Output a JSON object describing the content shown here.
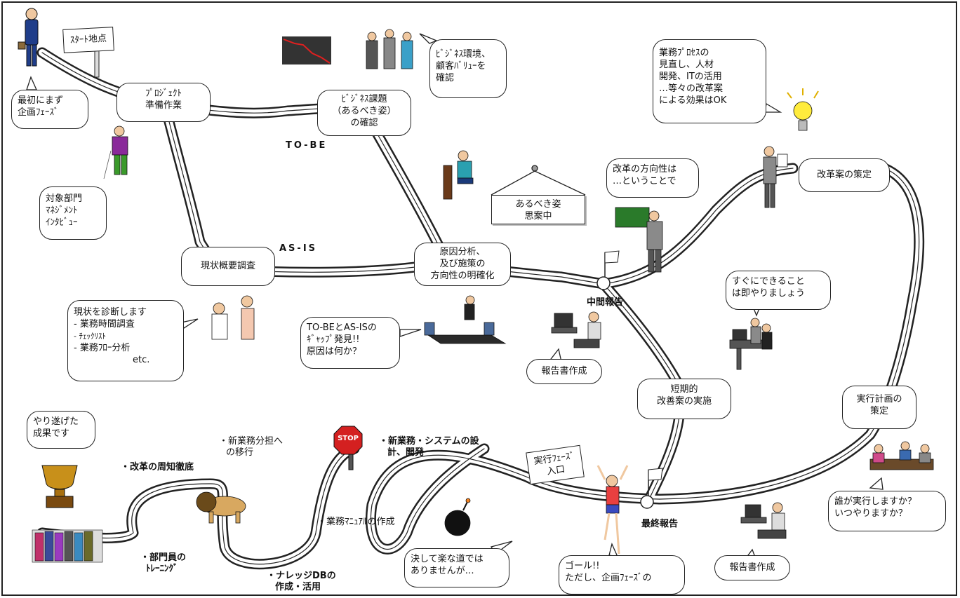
{
  "start_sign": "ｽﾀｰﾄ地点",
  "bubbles": {
    "first_phase": [
      "最初にまず",
      "企画ﾌｪｰｽﾞ"
    ],
    "project_prep": [
      "ﾌﾟﾛｼﾞｪｸﾄ",
      "準備作業"
    ],
    "business_issue": [
      "ﾋﾞｼﾞﾈｽ課題",
      "（あるべき姿）",
      "の確認"
    ],
    "business_env": [
      "ﾋﾞｼﾞﾈｽ環境、",
      "顧客ﾊﾞﾘｭｰを",
      "確認"
    ],
    "improvement_effect": [
      "業務ﾌﾟﾛｾｽの",
      "見直し、人材",
      "開発、ITの活用",
      "…等々の改革案",
      "による効果はOK"
    ],
    "interview": [
      "対象部門",
      "ﾏﾈｼﾞﾒﾝﾄ",
      "ｲﾝﾀﾋﾞｭｰ"
    ],
    "reform_direction": [
      "改革の方向性は",
      "…ということで"
    ],
    "plan_formulation": [
      "改革案の策定"
    ],
    "current_survey": [
      "現状概要調査"
    ],
    "cause_analysis": [
      "原因分析、",
      "及び施策の",
      "方向性の明確化"
    ],
    "immediate": [
      "すぐにできること",
      "は即やりましょう"
    ],
    "diagnosis": [
      "現状を診断します",
      "- 業務時間調査",
      "- ﾁｪｯｸﾘｽﾄ",
      "- 業務ﾌﾛｰ分析",
      "etc."
    ],
    "gap": [
      "TO-BEとAS-ISの",
      "ｷﾞｬｯﾌﾟ発見!!",
      "原因は何か？"
    ],
    "report_mid": [
      "報告書作成"
    ],
    "short_term": [
      "短期的",
      "改善案の実施"
    ],
    "exec_plan": [
      "実行計画の",
      "策定"
    ],
    "achieved": [
      "やり遂げた",
      "成果です"
    ],
    "not_easy": [
      "決して楽な道では",
      "ありませんが…"
    ],
    "goal": [
      "ゴール!!",
      "ただし、企画ﾌｪｰｽﾞの"
    ],
    "report_final": [
      "報告書作成"
    ],
    "who": [
      "誰が実行しますか？",
      "いつやりますか？"
    ]
  },
  "ideal_sign": [
    "あるべき姿",
    "思案中"
  ],
  "exec_sign": [
    "実行ﾌｪｰｽﾞ",
    "入口"
  ],
  "stop_sign": "STOP",
  "labels": {
    "to_be": "TO-BE",
    "as_is": "AS-IS",
    "mid_report": "中間報告",
    "final_report": "最終報告"
  },
  "exec_items": {
    "new_assignment": [
      "・新業務分担へ",
      "の移行"
    ],
    "reform_notice": "・改革の周知徹底",
    "new_system": [
      "・新業務・システムの設",
      "計、開発"
    ],
    "manual": "・業務ﾏﾆｭｱﾙの作成",
    "training": [
      "・部門員の",
      "ﾄﾚｰﾆﾝｸﾞ"
    ],
    "knowledge_db": [
      "・ナレッジDBの",
      "作成・活用"
    ]
  },
  "colors": {
    "road_border": "#222222",
    "road_fill": "#ffffff",
    "bulb": "#ffec3d",
    "stop": "#d42020",
    "trophy": "#c8901a"
  }
}
